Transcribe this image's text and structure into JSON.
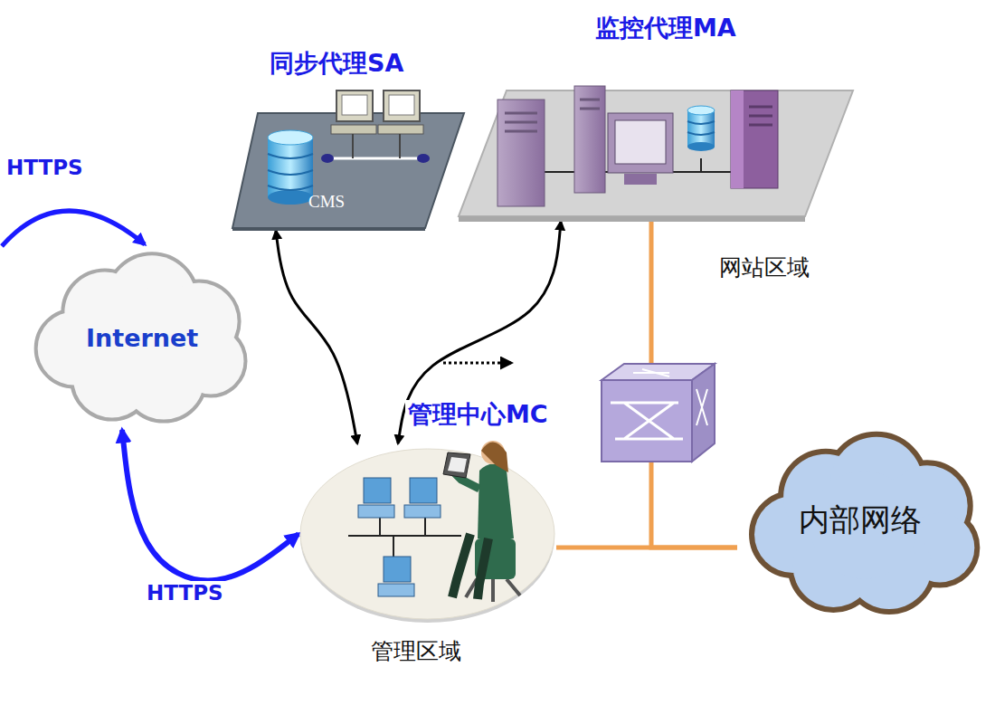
{
  "diagram": {
    "nodes": [
      {
        "text": [
          "同步代理SA",
          "CMS"
        ]
      },
      {
        "text": [
          "监控代理MA"
        ]
      },
      {
        "text": [
          "Internet"
        ]
      },
      {
        "text": [
          "管理中心MC"
        ]
      },
      {
        "text": [
          "内部网络"
        ]
      }
    ],
    "edges": [
      {
        "from": 0,
        "to": 3,
        "arrow": "both"
      },
      {
        "from": 1,
        "to": 3,
        "arrow": "both"
      },
      {
        "from": 2,
        "to": 3,
        "arrow": "both",
        "label": "HTTPS"
      },
      {
        "from": 3,
        "to": 4,
        "arrow": "none"
      },
      {
        "from": 1,
        "to": 4,
        "arrow": "none"
      }
    ],
    "labels": [
      "HTTPS",
      "网站区域",
      "管理区域"
    ]
  }
}
